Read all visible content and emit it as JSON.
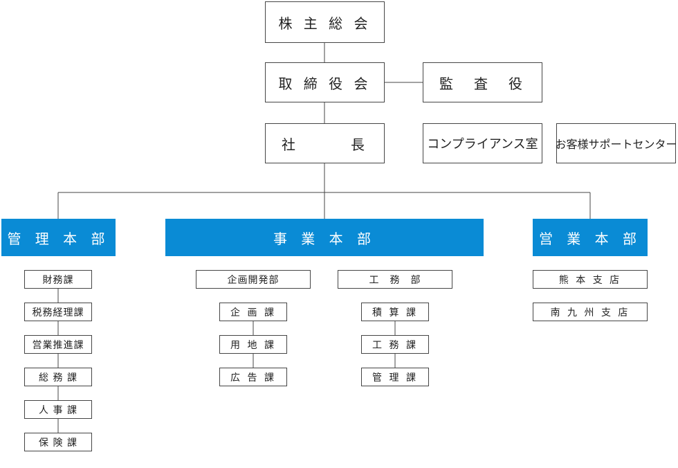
{
  "org": {
    "shareholders": "株 主 総 会",
    "board": "取 締 役 会",
    "auditor": "監　査　役",
    "president": "社　　　長",
    "compliance": "コンプライアンス室",
    "support": "お客様サポートセンター",
    "admin_hq": {
      "name": "管 理 本 部",
      "sections": [
        "財務課",
        "税務経理課",
        "営業推進課",
        "総 務 課",
        "人 事 課",
        "保 険 課"
      ]
    },
    "business_hq": {
      "name": "事 業 本 部",
      "planning_dept": {
        "name": "企画開発部",
        "sections": [
          "企 画 課",
          "用 地 課",
          "広 告 課"
        ]
      },
      "construction_dept": {
        "name": "工　務　部",
        "sections": [
          "積 算 課",
          "工 務 課",
          "管 理 課"
        ]
      }
    },
    "sales_hq": {
      "name": "営 業 本 部",
      "branches": [
        "熊 本 支 店",
        "南 九 州 支 店"
      ]
    }
  },
  "colors": {
    "hq_fill": "#0a8bd5",
    "line": "#444444"
  }
}
